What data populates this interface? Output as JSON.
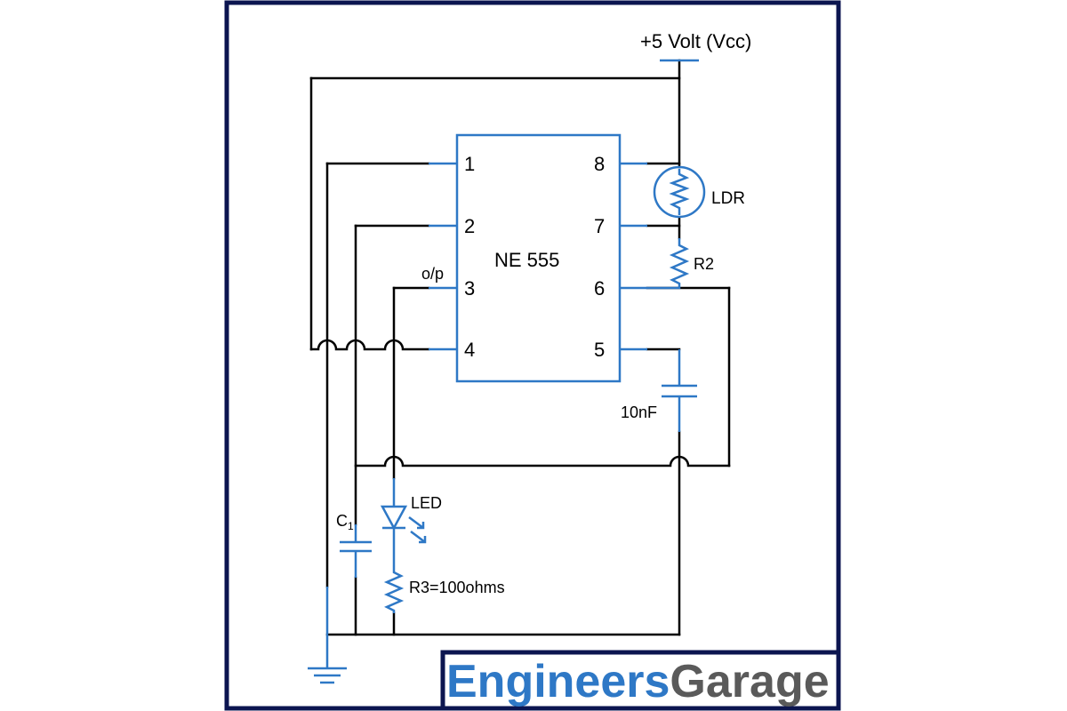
{
  "supply_label": "+5 Volt (Vcc)",
  "ic": {
    "name": "NE 555",
    "pins_left": [
      "1",
      "2",
      "3",
      "4"
    ],
    "pins_right": [
      "8",
      "7",
      "6",
      "5"
    ],
    "output_label": "o/p"
  },
  "components": {
    "ldr": "LDR",
    "r2": "R2",
    "cap_10nf": "10nF",
    "led": "LED",
    "c1_letter": "C",
    "c1_sub": "1",
    "r3": "R3=100ohms"
  },
  "brand": {
    "part1": "Engineers",
    "part2": "Garage",
    "color1": "#2e78c6",
    "color2": "#5a5a5a"
  },
  "colors": {
    "frame": "#0c1550",
    "component": "#2e78c6",
    "wire": "#000000"
  }
}
